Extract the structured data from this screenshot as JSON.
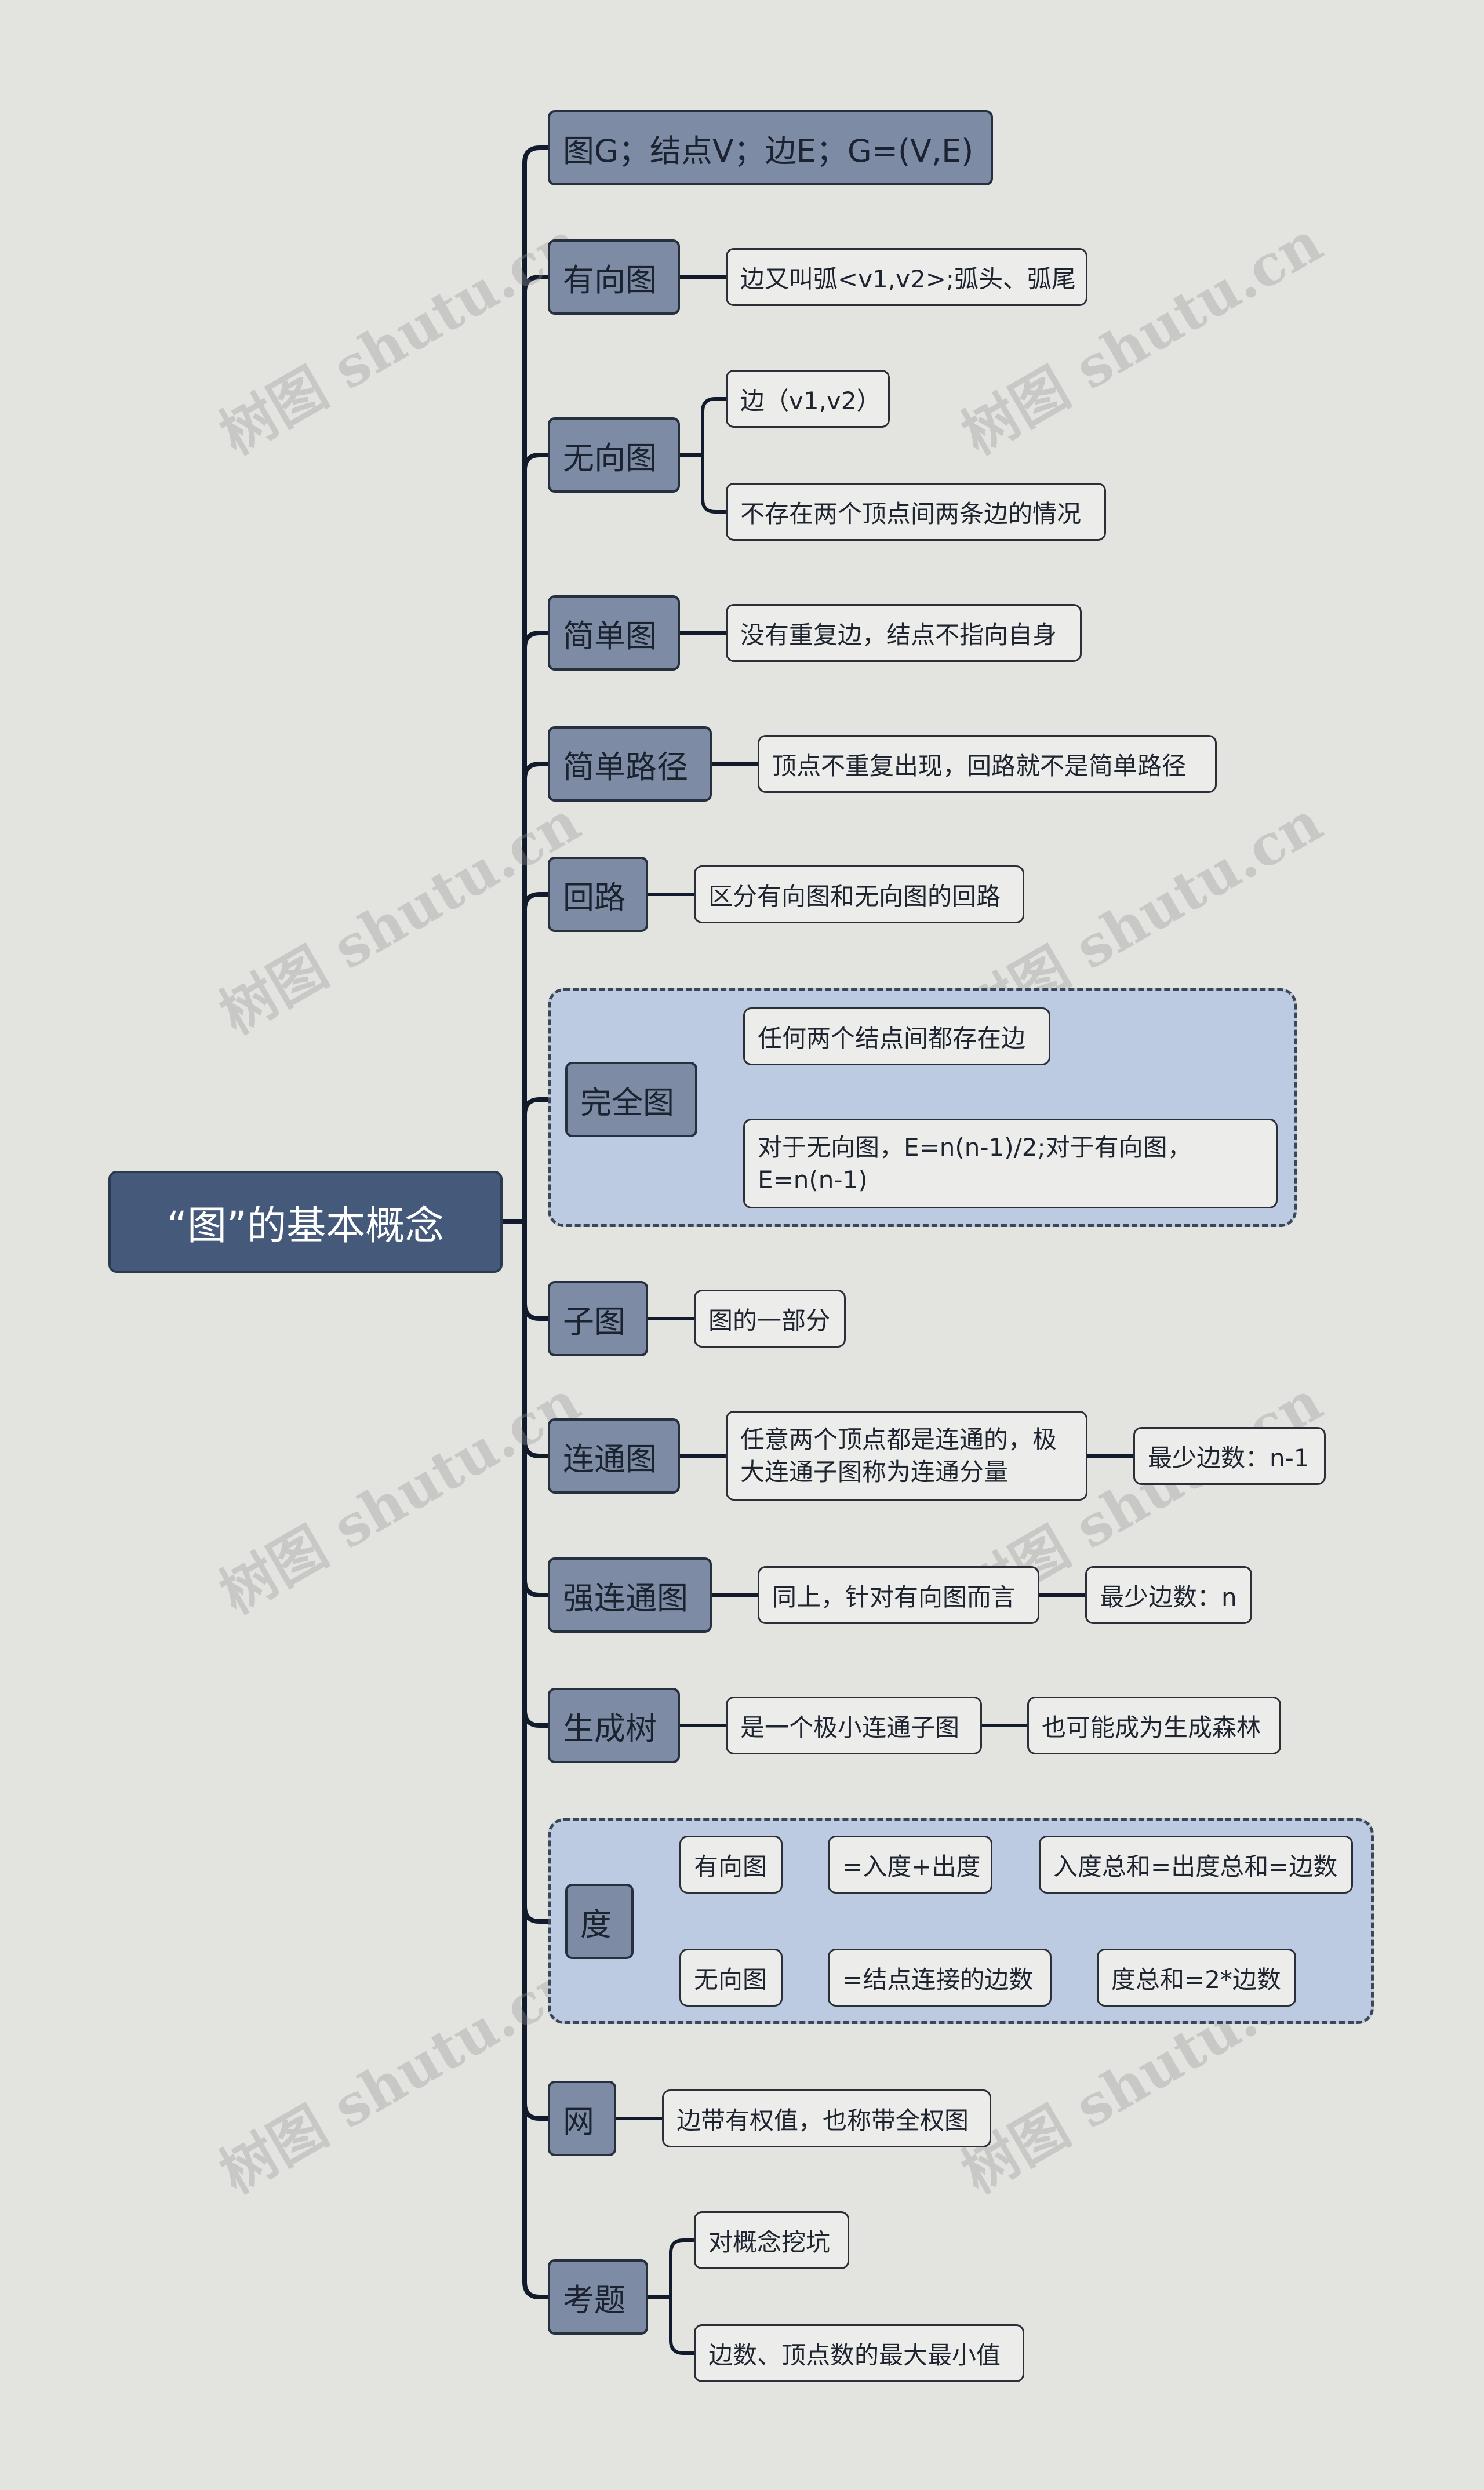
{
  "root": "“图”的基本概念",
  "watermark": "树图 shutu.cn",
  "colors": {
    "background": "#e3e4e0",
    "root_fill": "#45597a",
    "branch_fill": "#7d8ba5",
    "leaf_fill": "#ecedea",
    "group_fill": "#bccbe2",
    "line": "#111b2c"
  },
  "branches": [
    {
      "label": "图G；结点V；边E；G=(V,E)",
      "children": []
    },
    {
      "label": "有向图",
      "children": [
        {
          "label": "边又叫弧<v1,v2>;弧头、弧尾"
        }
      ]
    },
    {
      "label": "无向图",
      "children": [
        {
          "label": "边（v1,v2）"
        },
        {
          "label": "不存在两个顶点间两条边的情况"
        }
      ]
    },
    {
      "label": "简单图",
      "children": [
        {
          "label": "没有重复边，结点不指向自身"
        }
      ]
    },
    {
      "label": "简单路径",
      "children": [
        {
          "label": "顶点不重复出现，回路就不是简单路径"
        }
      ]
    },
    {
      "label": "回路",
      "children": [
        {
          "label": "区分有向图和无向图的回路"
        }
      ]
    },
    {
      "label": "完全图",
      "children": [
        {
          "label": "任何两个结点间都存在边"
        },
        {
          "label": "对于无向图，E=n(n-1)/2;对于有向图，E=n(n-1)"
        }
      ]
    },
    {
      "label": "子图",
      "children": [
        {
          "label": "图的一部分"
        }
      ]
    },
    {
      "label": "连通图",
      "children": [
        {
          "label": "任意两个顶点都是连通的，极大连通子图称为连通分量",
          "children": [
            {
              "label": "最少边数：n-1"
            }
          ]
        }
      ]
    },
    {
      "label": "强连通图",
      "children": [
        {
          "label": "同上，针对有向图而言",
          "children": [
            {
              "label": "最少边数：n"
            }
          ]
        }
      ]
    },
    {
      "label": "生成树",
      "children": [
        {
          "label": "是一个极小连通子图",
          "children": [
            {
              "label": "也可能成为生成森林"
            }
          ]
        }
      ]
    },
    {
      "label": "度",
      "children": [
        {
          "label": "有向图",
          "children": [
            {
              "label": "=入度+出度",
              "children": [
                {
                  "label": "入度总和=出度总和=边数"
                }
              ]
            }
          ]
        },
        {
          "label": "无向图",
          "children": [
            {
              "label": "=结点连接的边数",
              "children": [
                {
                  "label": "度总和=2*边数"
                }
              ]
            }
          ]
        }
      ]
    },
    {
      "label": "网",
      "children": [
        {
          "label": "边带有权值，也称带全权图"
        }
      ]
    },
    {
      "label": "考题",
      "children": [
        {
          "label": "对概念挖坑"
        },
        {
          "label": "边数、顶点数的最大最小值"
        }
      ]
    }
  ]
}
